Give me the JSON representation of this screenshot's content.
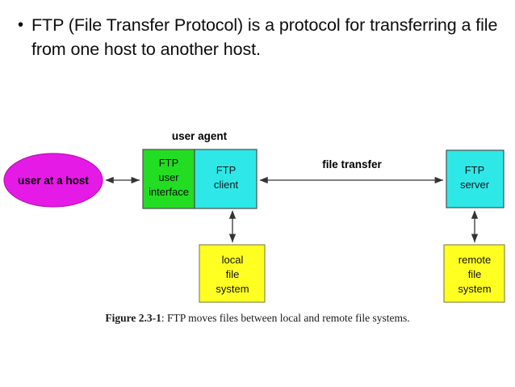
{
  "slide": {
    "bullet_marker": "•",
    "bullet_text": "FTP (File Transfer Protocol) is a protocol for transferring a file from one host to another host."
  },
  "figure": {
    "group_label": "user agent",
    "link_label": "file transfer",
    "nodes": {
      "user_host": "user at a host",
      "ftp_user_interface_line1": "FTP",
      "ftp_user_interface_line2": "user",
      "ftp_user_interface_line3": "interface",
      "ftp_client_line1": "FTP",
      "ftp_client_line2": "client",
      "ftp_server_line1": "FTP",
      "ftp_server_line2": "server",
      "local_fs_line1": "local",
      "local_fs_line2": "file",
      "local_fs_line3": "system",
      "remote_fs_line1": "remote",
      "remote_fs_line2": "file",
      "remote_fs_line3": "system"
    },
    "colors": {
      "user_host_fill": "#e61ae6",
      "user_interface_fill": "#22dd22",
      "client_fill": "#2ee8e8",
      "server_fill": "#2ee8e8",
      "file_system_fill": "#ffff22",
      "stroke": "#555555",
      "arrow": "#333333"
    }
  },
  "caption": {
    "figure_number": "Figure 2.3-1",
    "separator": ": ",
    "text": "FTP moves files between local and remote file systems."
  }
}
